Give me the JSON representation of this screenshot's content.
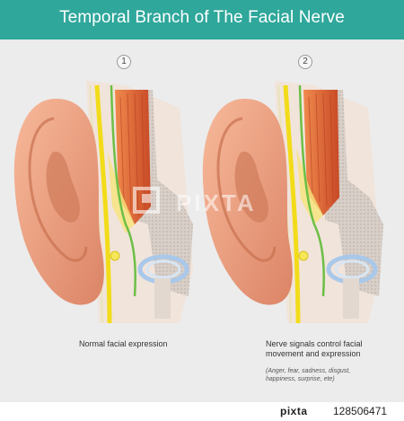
{
  "title": "Temporal Branch of The Facial Nerve",
  "panels": [
    {
      "number": "1",
      "caption": "Normal facial expression",
      "note": ""
    },
    {
      "number": "2",
      "caption_line1": "Nerve signals control facial",
      "caption_line2": "movement and expression",
      "note_line1": "(Anger, fear, sadness, disgust,",
      "note_line2": "happiness, surprise, ete)"
    }
  ],
  "watermark": "PIXTA",
  "footer": {
    "brand": "pixta",
    "id": "128506471"
  },
  "colors": {
    "header": "#2fa79b",
    "skin": "#f0a888",
    "muscle": "#e06a3a",
    "nerve_yellow": "#f5e21e",
    "nerve_green": "#6fc24a",
    "bone": "#d9d2cc",
    "cartilage": "#a9c8ea"
  }
}
